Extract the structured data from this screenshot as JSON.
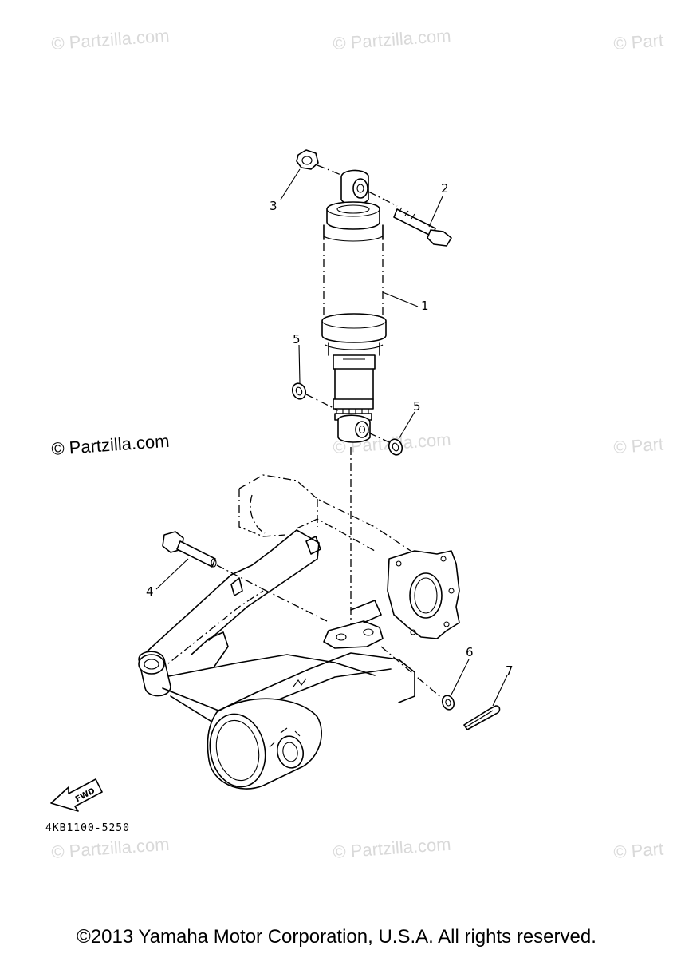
{
  "watermarks": {
    "faint": "© Partzilla.com",
    "faint_cut": "© Part",
    "strong": "© Partzilla.com"
  },
  "callouts": {
    "p1": "1",
    "p2": "2",
    "p3": "3",
    "p4": "4",
    "p5a": "5",
    "p5b": "5",
    "p6": "6",
    "p7": "7"
  },
  "fwd_label": "FWD",
  "diagram_code": "4KB1100-5250",
  "copyright": "©2013 Yamaha Motor Corporation, U.S.A. All rights reserved."
}
